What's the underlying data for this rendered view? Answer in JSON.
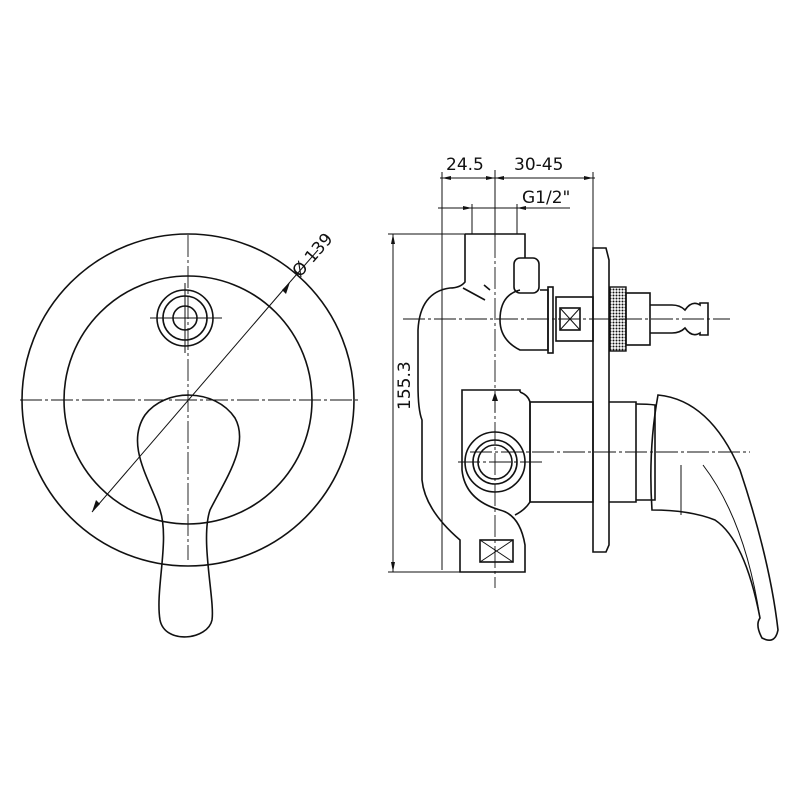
{
  "dimensions": {
    "width_a": "24.5",
    "width_b": "30-45",
    "thread": "G1/2\"",
    "diameter": "Ø 139",
    "height": "155.3"
  },
  "colors": {
    "line": "#111111",
    "background": "#ffffff"
  }
}
